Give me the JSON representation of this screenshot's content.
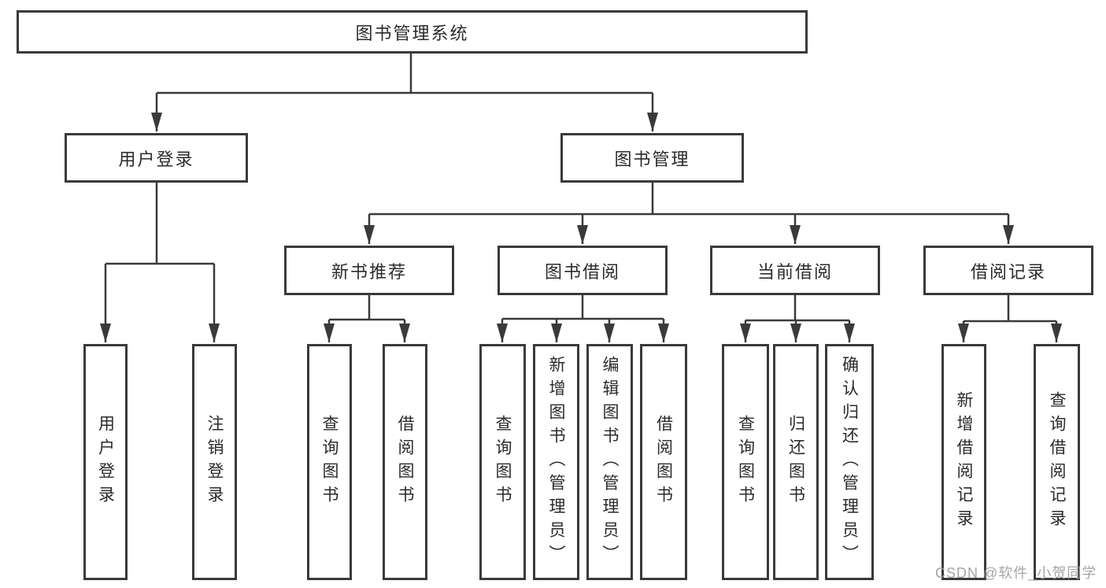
{
  "tree": {
    "label": "图书管理系统",
    "children": [
      {
        "label": "用户登录",
        "children": [
          {
            "label": "用户登录"
          },
          {
            "label": "注销登录"
          }
        ]
      },
      {
        "label": "图书管理",
        "children": [
          {
            "label": "新书推荐",
            "children": [
              {
                "label": "查询图书"
              },
              {
                "label": "借阅图书"
              }
            ]
          },
          {
            "label": "图书借阅",
            "children": [
              {
                "label": "查询图书"
              },
              {
                "label": "新增图书（管理员）"
              },
              {
                "label": "编辑图书（管理员）"
              },
              {
                "label": "借阅图书"
              }
            ]
          },
          {
            "label": "当前借阅",
            "children": [
              {
                "label": "查询图书"
              },
              {
                "label": "归还图书"
              },
              {
                "label": "确认归还（管理员）"
              }
            ]
          },
          {
            "label": "借阅记录",
            "children": [
              {
                "label": "新增借阅记录"
              },
              {
                "label": "查询借阅记录"
              }
            ]
          }
        ]
      }
    ]
  },
  "watermark": "CSDN @软件_小贺同学",
  "colors": {
    "line": "#3a3a3a",
    "text": "#2b2b2b",
    "watermark": "#9e9e9e",
    "bg": "#ffffff"
  }
}
